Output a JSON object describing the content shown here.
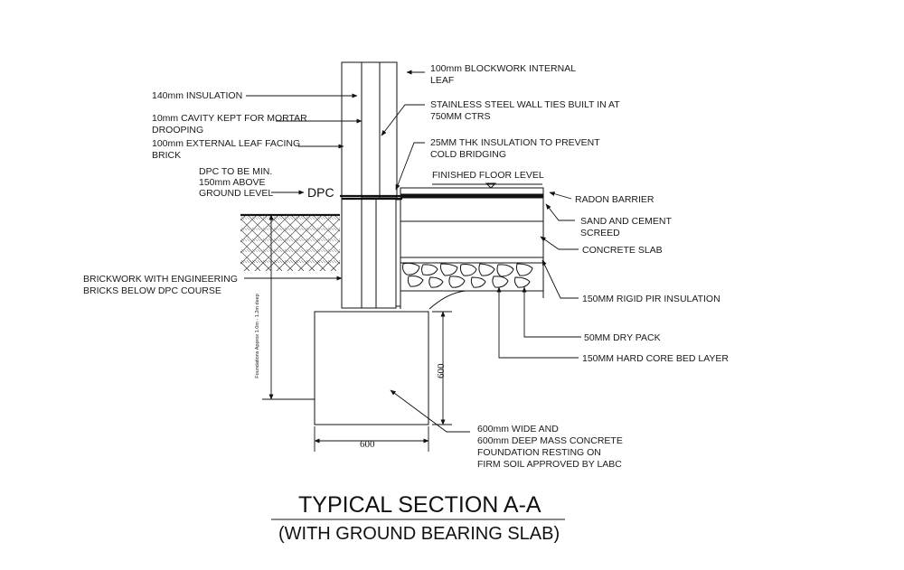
{
  "title": "TYPICAL SECTION A-A",
  "subtitle": "(WITH GROUND BEARING SLAB)",
  "dpc_marker": "DPC",
  "foundation_note": "Foundations Approx 1.0m - 1.2m deep",
  "dimensions": {
    "width": "600",
    "depth": "600"
  },
  "labels": {
    "blockwork": [
      "100mm BLOCKWORK INTERNAL",
      "LEAF"
    ],
    "insulation_140": "140mm INSULATION",
    "wall_ties": [
      "STAINLESS STEEL WALL TIES BUILT IN AT",
      "750MM CTRS"
    ],
    "cavity": [
      "10mm CAVITY KEPT FOR MORTAR",
      "DROOPING"
    ],
    "external_leaf": [
      "100mm EXTERNAL LEAF FACING",
      "BRICK"
    ],
    "insulation_25": [
      "25MM THK INSULATION TO PREVENT",
      "COLD BRIDGING"
    ],
    "finished_floor": "FINISHED FLOOR LEVEL",
    "dpc_note": [
      "DPC TO BE MIN.",
      "150mm ABOVE",
      "GROUND LEVEL"
    ],
    "radon": "RADON BARRIER",
    "screed": [
      "SAND AND CEMENT",
      "SCREED"
    ],
    "slab": "CONCRETE SLAB",
    "engineering_bricks": [
      "BRICKWORK WITH ENGINEERING",
      "BRICKS BELOW DPC COURSE"
    ],
    "pir": "150MM RIGID PIR INSULATION",
    "dry_pack": "50MM DRY PACK",
    "hardcore": "150MM HARD CORE BED LAYER",
    "foundation": [
      "600mm WIDE AND",
      "600mm DEEP MASS CONCRETE",
      "FOUNDATION RESTING ON",
      "FIRM SOIL APPROVED BY LABC"
    ]
  }
}
